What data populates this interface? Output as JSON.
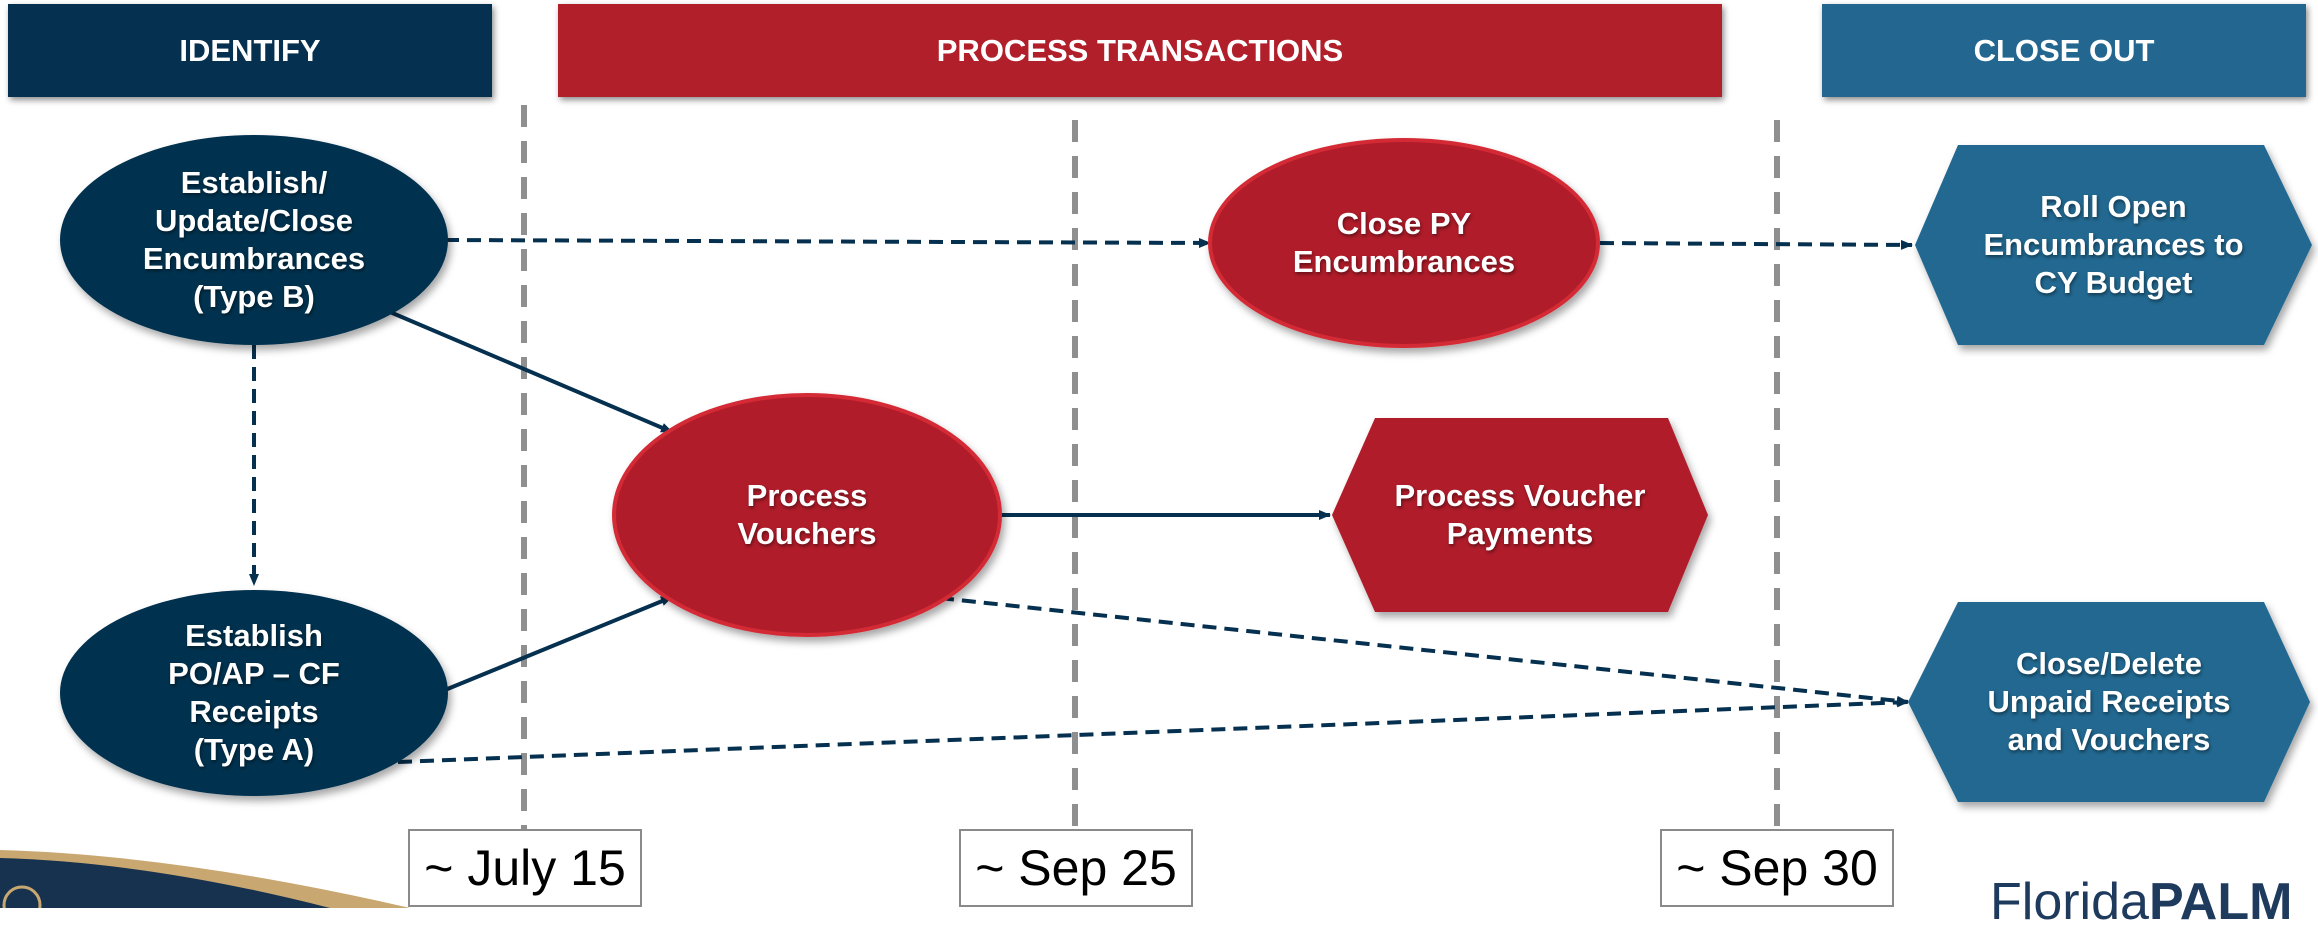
{
  "colors": {
    "navy": "#06304f",
    "red": "#b01f2a",
    "red_border": "#d42a34",
    "steel_blue": "#236790",
    "divider_gray": "#8f8f8f"
  },
  "headers": {
    "identify": "IDENTIFY",
    "process": "PROCESS TRANSACTIONS",
    "close": "CLOSE OUT"
  },
  "dates": {
    "july15": "~ July 15",
    "sep25": "~ Sep 25",
    "sep30": "~ Sep 30"
  },
  "nodes": {
    "type_b": "Establish/\nUpdate/Close\nEncumbrances\n(Type B)",
    "type_a": "Establish\nPO/AP – CF\nReceipts\n(Type A)",
    "process_vouchers": "Process\nVouchers",
    "close_py": "Close PY\nEncumbrances",
    "voucher_payments": "Process Voucher\nPayments",
    "roll_open": "Roll Open\nEncumbrances to\nCY Budget",
    "close_delete": "Close/Delete\nUnpaid Receipts\nand Vouchers"
  },
  "logo": {
    "part1": "Florida",
    "part2": "PALM"
  }
}
